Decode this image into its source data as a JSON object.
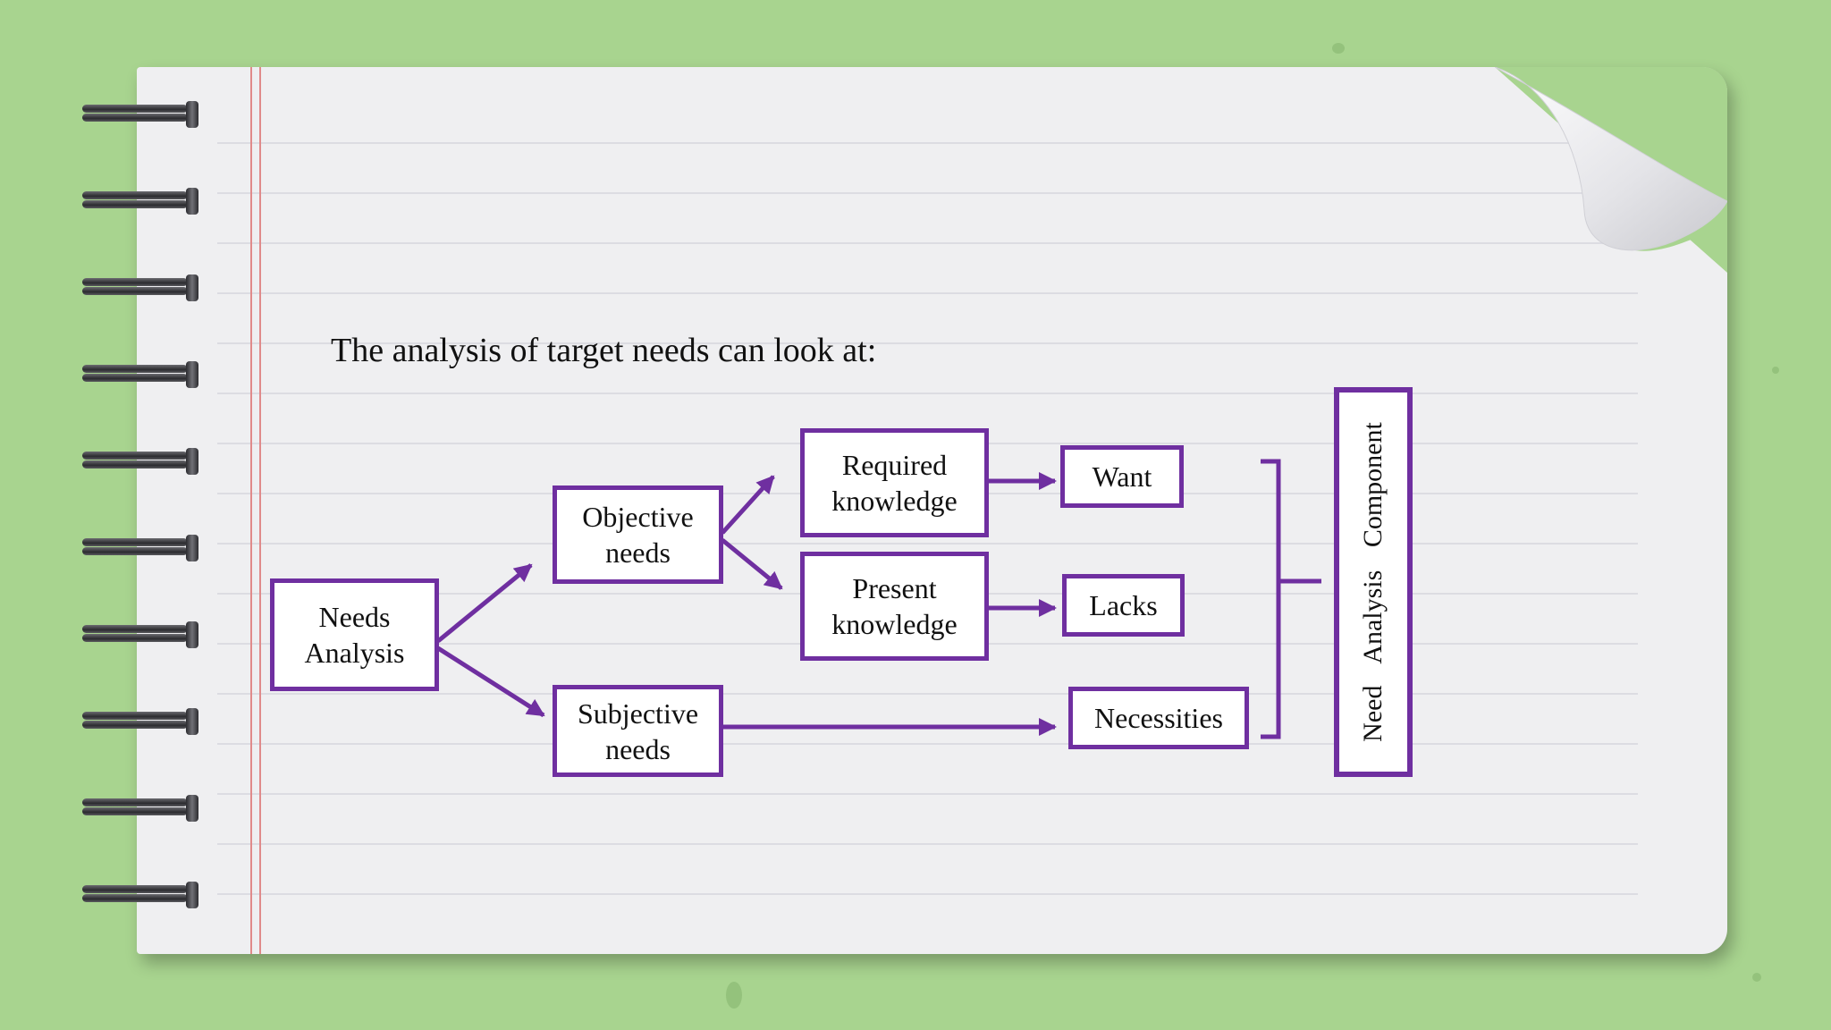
{
  "heading": "The analysis of target needs can look at:",
  "nodes": {
    "needs_analysis": {
      "line1": "Needs",
      "line2": "Analysis"
    },
    "objective_needs": {
      "line1": "Objective",
      "line2": "needs"
    },
    "subjective_needs": {
      "line1": "Subjective",
      "line2": "needs"
    },
    "required_knowledge": {
      "line1": "Required",
      "line2": "knowledge"
    },
    "present_knowledge": {
      "line1": "Present",
      "line2": "knowledge"
    },
    "want": "Want",
    "lacks": "Lacks",
    "necessities": "Necessities",
    "component": "Need Analysis Component"
  },
  "colors": {
    "accent": "#6f2fa0",
    "background": "#a8d48f",
    "paper": "#efeff1"
  }
}
